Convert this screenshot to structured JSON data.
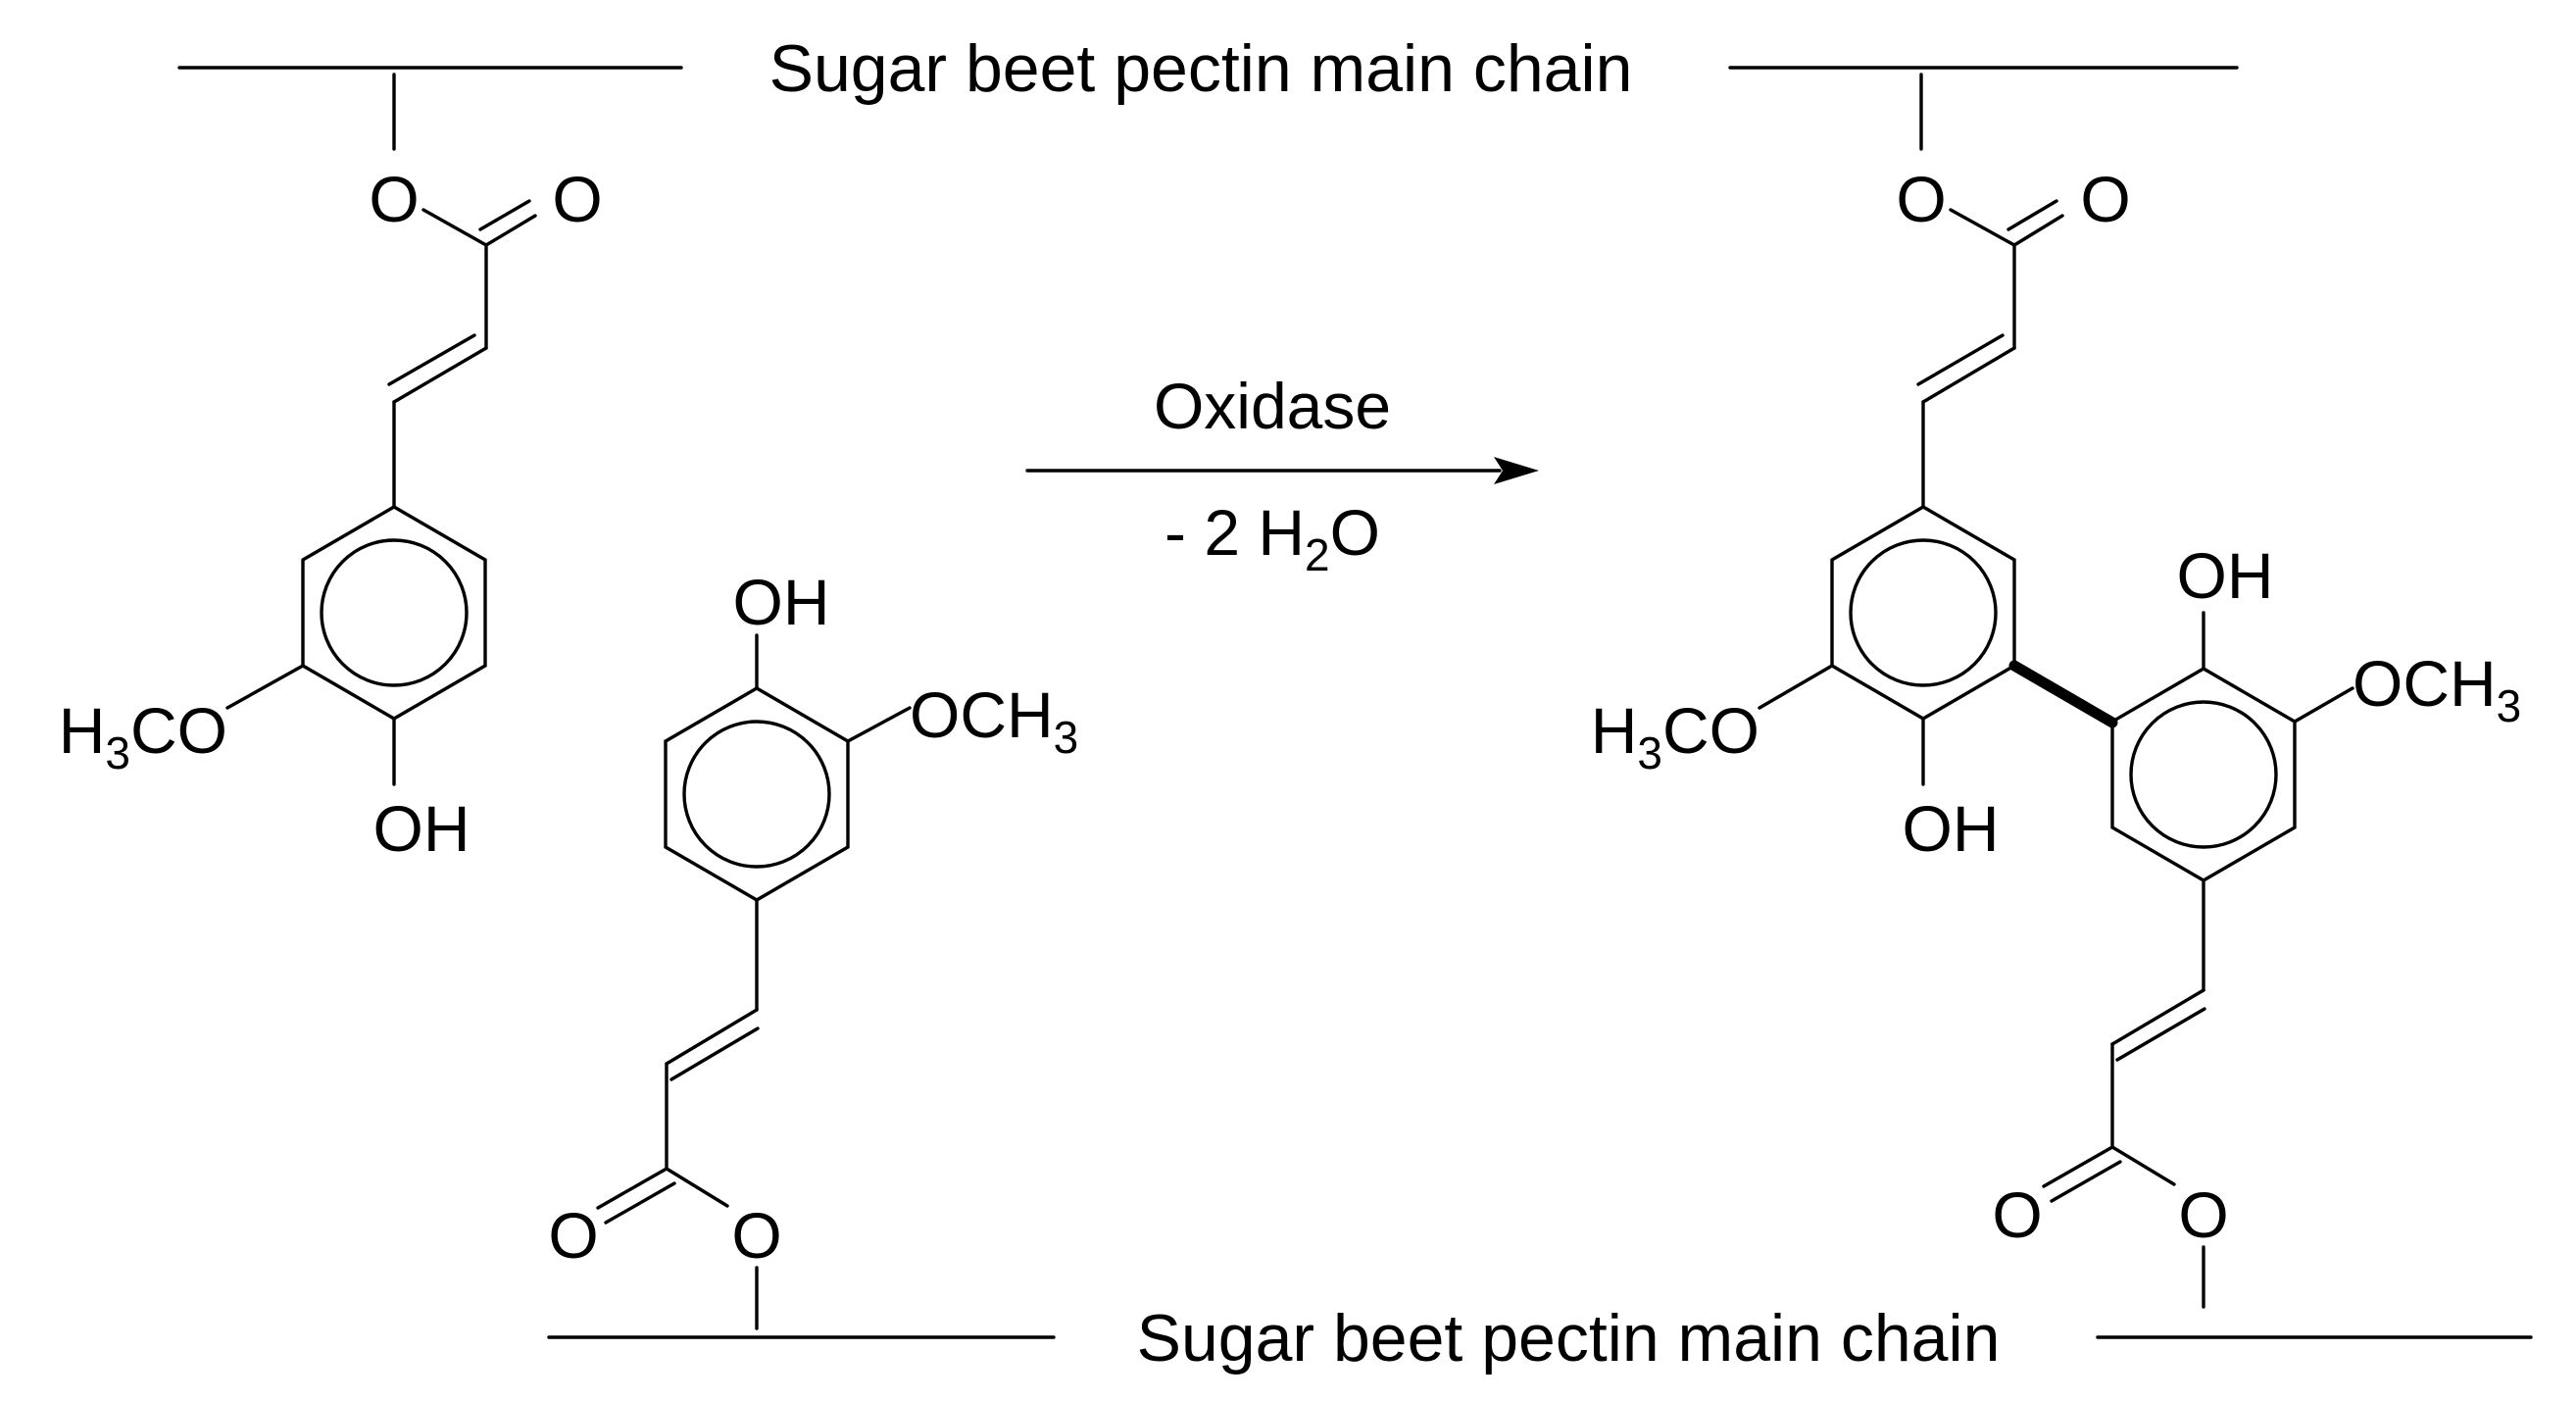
{
  "title": "",
  "colors": {
    "ink": "#000000",
    "background": "#ffffff"
  },
  "chain_label_top": "Sugar beet pectin main chain",
  "chain_label_bottom": "Sugar beet pectin main chain",
  "reaction": {
    "reagent": "Oxidase",
    "byproduct_prefix": "- 2 H",
    "byproduct_sub": "2",
    "byproduct_suffix": "O"
  },
  "atoms": {
    "ester_o": "O",
    "carbonyl_o": "O",
    "hydroxyl": "OH",
    "methoxy_right": "OCH",
    "methoxy_right_sub": "3",
    "methoxy_left_h": "H",
    "methoxy_left_sub": "3",
    "methoxy_left_co": "CO"
  }
}
